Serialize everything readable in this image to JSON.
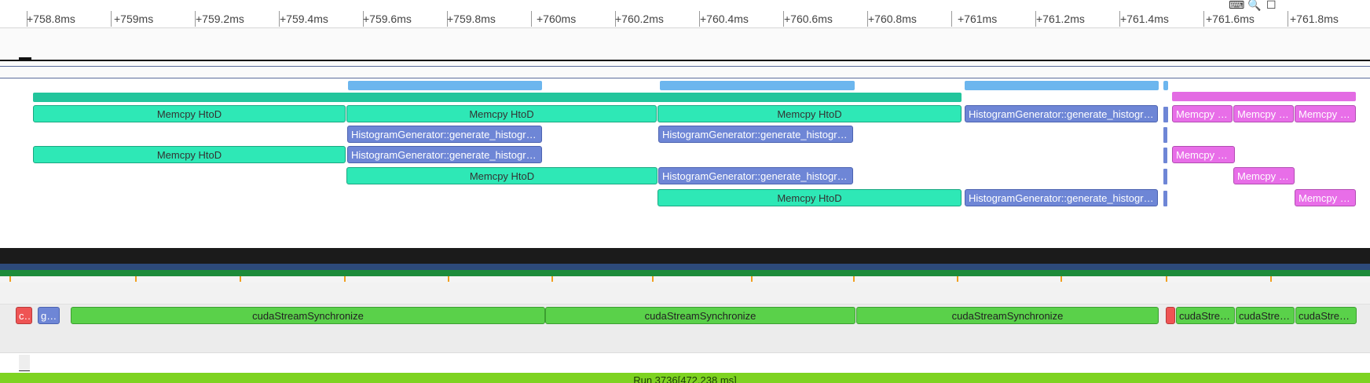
{
  "ruler": {
    "labels": [
      "+758.8ms",
      "+759ms",
      "+759.2ms",
      "+759.4ms",
      "+759.6ms",
      "+759.8ms",
      "+760ms",
      "+760.2ms",
      "+760.4ms",
      "+760.6ms",
      "+760.8ms",
      "+761ms",
      "+761.2ms",
      "+761.4ms",
      "+761.6ms",
      "+761.8ms"
    ]
  },
  "gpu": {
    "row1": {
      "e1": "Memcpy HtoD",
      "e2": "Memcpy HtoD",
      "e3": "Memcpy HtoD",
      "e4": "HistogramGenerator::generate_histogra...",
      "e5": "Memcpy D...",
      "e6": "Memcpy D...",
      "e7": "Memcpy D..."
    },
    "row2": {
      "e1": "HistogramGenerator::generate_histogra...",
      "e2": "HistogramGenerator::generate_histogra..."
    },
    "row3": {
      "e1": "Memcpy HtoD",
      "e2": "HistogramGenerator::generate_histogra...",
      "e3": "Memcpy Dt..."
    },
    "row4": {
      "e1": "Memcpy HtoD",
      "e2": "HistogramGenerator::generate_histogra...",
      "e3": "Memcpy D..."
    },
    "row5": {
      "e1": "Memcpy HtoD",
      "e2": "HistogramGenerator::generate_histogra...",
      "e3": "Memcpy D..."
    }
  },
  "cpu": {
    "c1": "c...",
    "c2": "ge...",
    "c3": "cudaStreamSynchronize",
    "c4": "cudaStreamSynchronize",
    "c5": "cudaStreamSynchronize",
    "c6": "cudaStrea...",
    "c7": "cudaStrea...",
    "c8": "cudaStrea..."
  },
  "run": {
    "label": "Run 3736[472.238 ms]"
  },
  "colors": {
    "memcpy": "#2ee8b6",
    "kernel": "#6e86d6",
    "memcpy_dtoh": "#e86ee8",
    "api": "#5ad14a",
    "run_bar": "#7ed321"
  },
  "icons": [
    "keyboard-icon",
    "search-icon",
    "checkbox-icon"
  ]
}
